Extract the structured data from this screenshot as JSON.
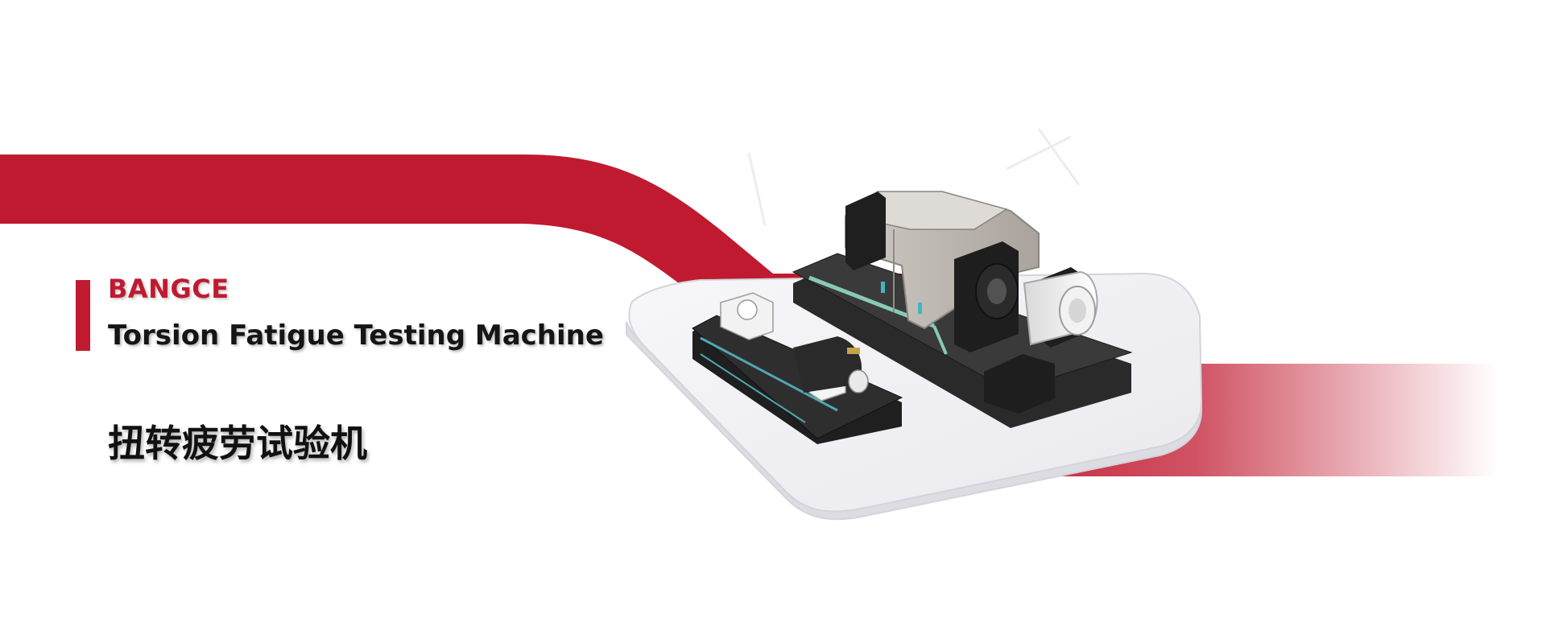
{
  "banner": {
    "brand": "BANGCE",
    "subtitle": "Torsion Fatigue Testing Machine",
    "title_cn": "扭转疲劳试验机"
  },
  "colors": {
    "brand_red": "#c01a30",
    "text_dark": "#151515",
    "platform": "#f2f2f5",
    "machine_black": "#2a2a2a",
    "enclosure_gray": "#b9b4ae"
  },
  "icons": {
    "machine_illustration": "torsion-fatigue-machine-illustration"
  }
}
